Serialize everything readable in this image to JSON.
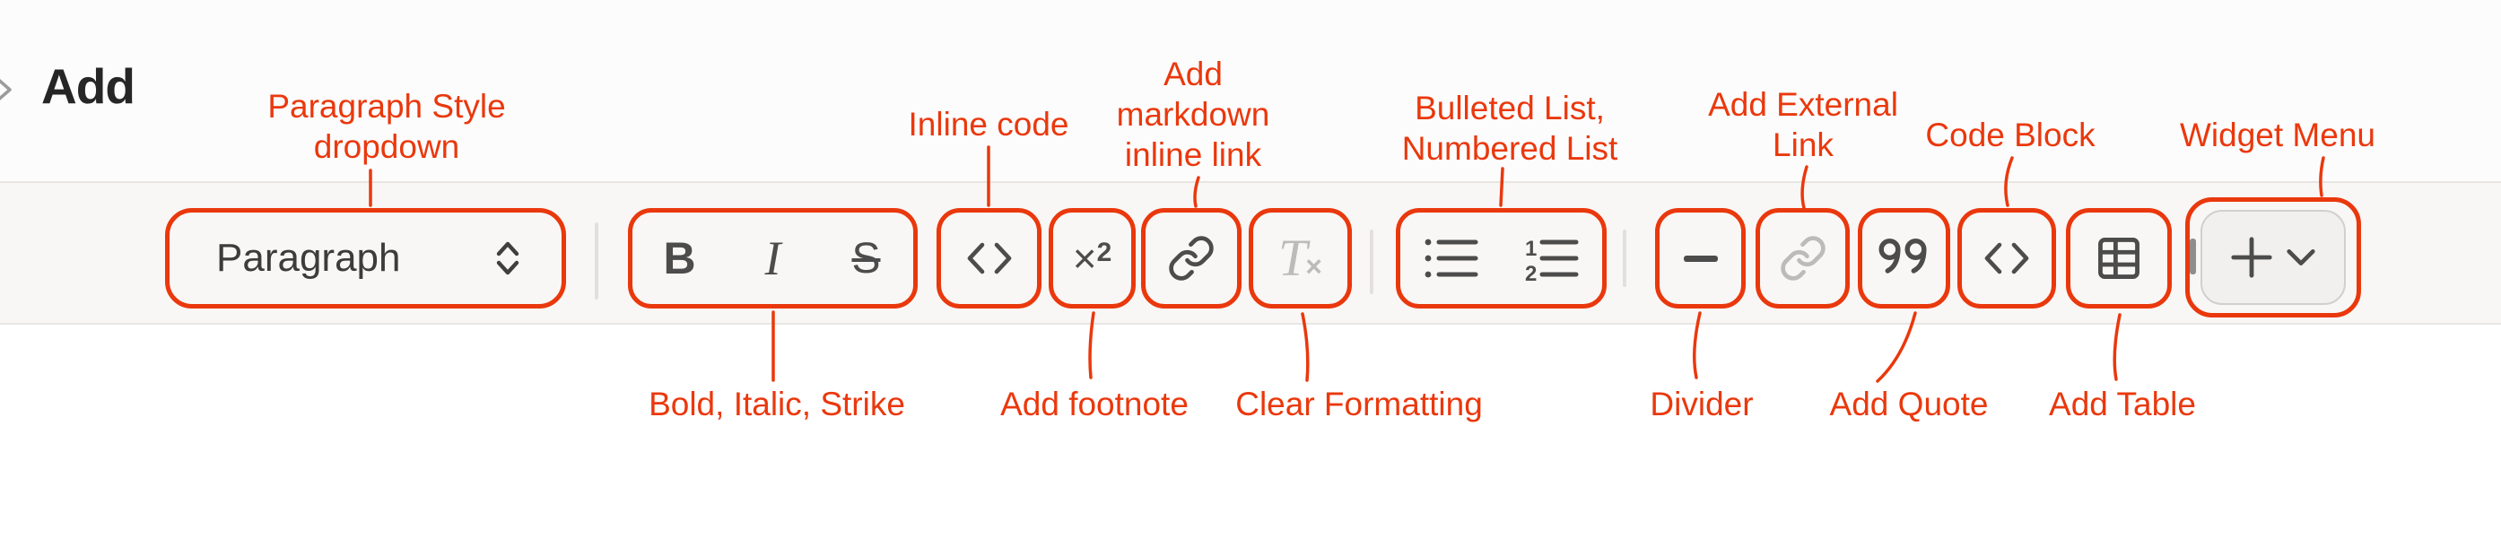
{
  "header": {
    "title": "Add"
  },
  "toolbar": {
    "paragraph_style": {
      "value": "Paragraph"
    },
    "bold_label": "B",
    "italic_label": "I",
    "strike_label": "S",
    "superscript": {
      "base": "×",
      "exp": "2"
    },
    "clear_formatting": {
      "t": "T",
      "x": "×"
    },
    "numbered_list": {
      "n1": "1",
      "n2": "2"
    }
  },
  "annotations": {
    "top": [
      {
        "lines": [
          "Paragraph Style",
          "dropdown"
        ]
      },
      {
        "lines": [
          "Inline code"
        ]
      },
      {
        "lines": [
          "Add",
          "markdown",
          "inline link"
        ]
      },
      {
        "lines": [
          "Bulleted List,",
          "Numbered List"
        ]
      },
      {
        "lines": [
          "Add External",
          "Link"
        ]
      },
      {
        "lines": [
          "Code Block"
        ]
      },
      {
        "lines": [
          "Widget Menu"
        ]
      }
    ],
    "bottom": [
      {
        "lines": [
          "Bold, Italic, Strike"
        ]
      },
      {
        "lines": [
          "Add footnote"
        ]
      },
      {
        "lines": [
          "Clear Formatting"
        ]
      },
      {
        "lines": [
          "Divider"
        ]
      },
      {
        "lines": [
          "Add Quote"
        ]
      },
      {
        "lines": [
          "Add Table"
        ]
      }
    ]
  },
  "colors": {
    "annotation": "#ea380d",
    "icon": "#4c4c4c",
    "icon_disabled": "#bdbbb8",
    "band_bg": "#f8f7f5",
    "band_border": "#e8e6e3",
    "title": "#262626"
  }
}
